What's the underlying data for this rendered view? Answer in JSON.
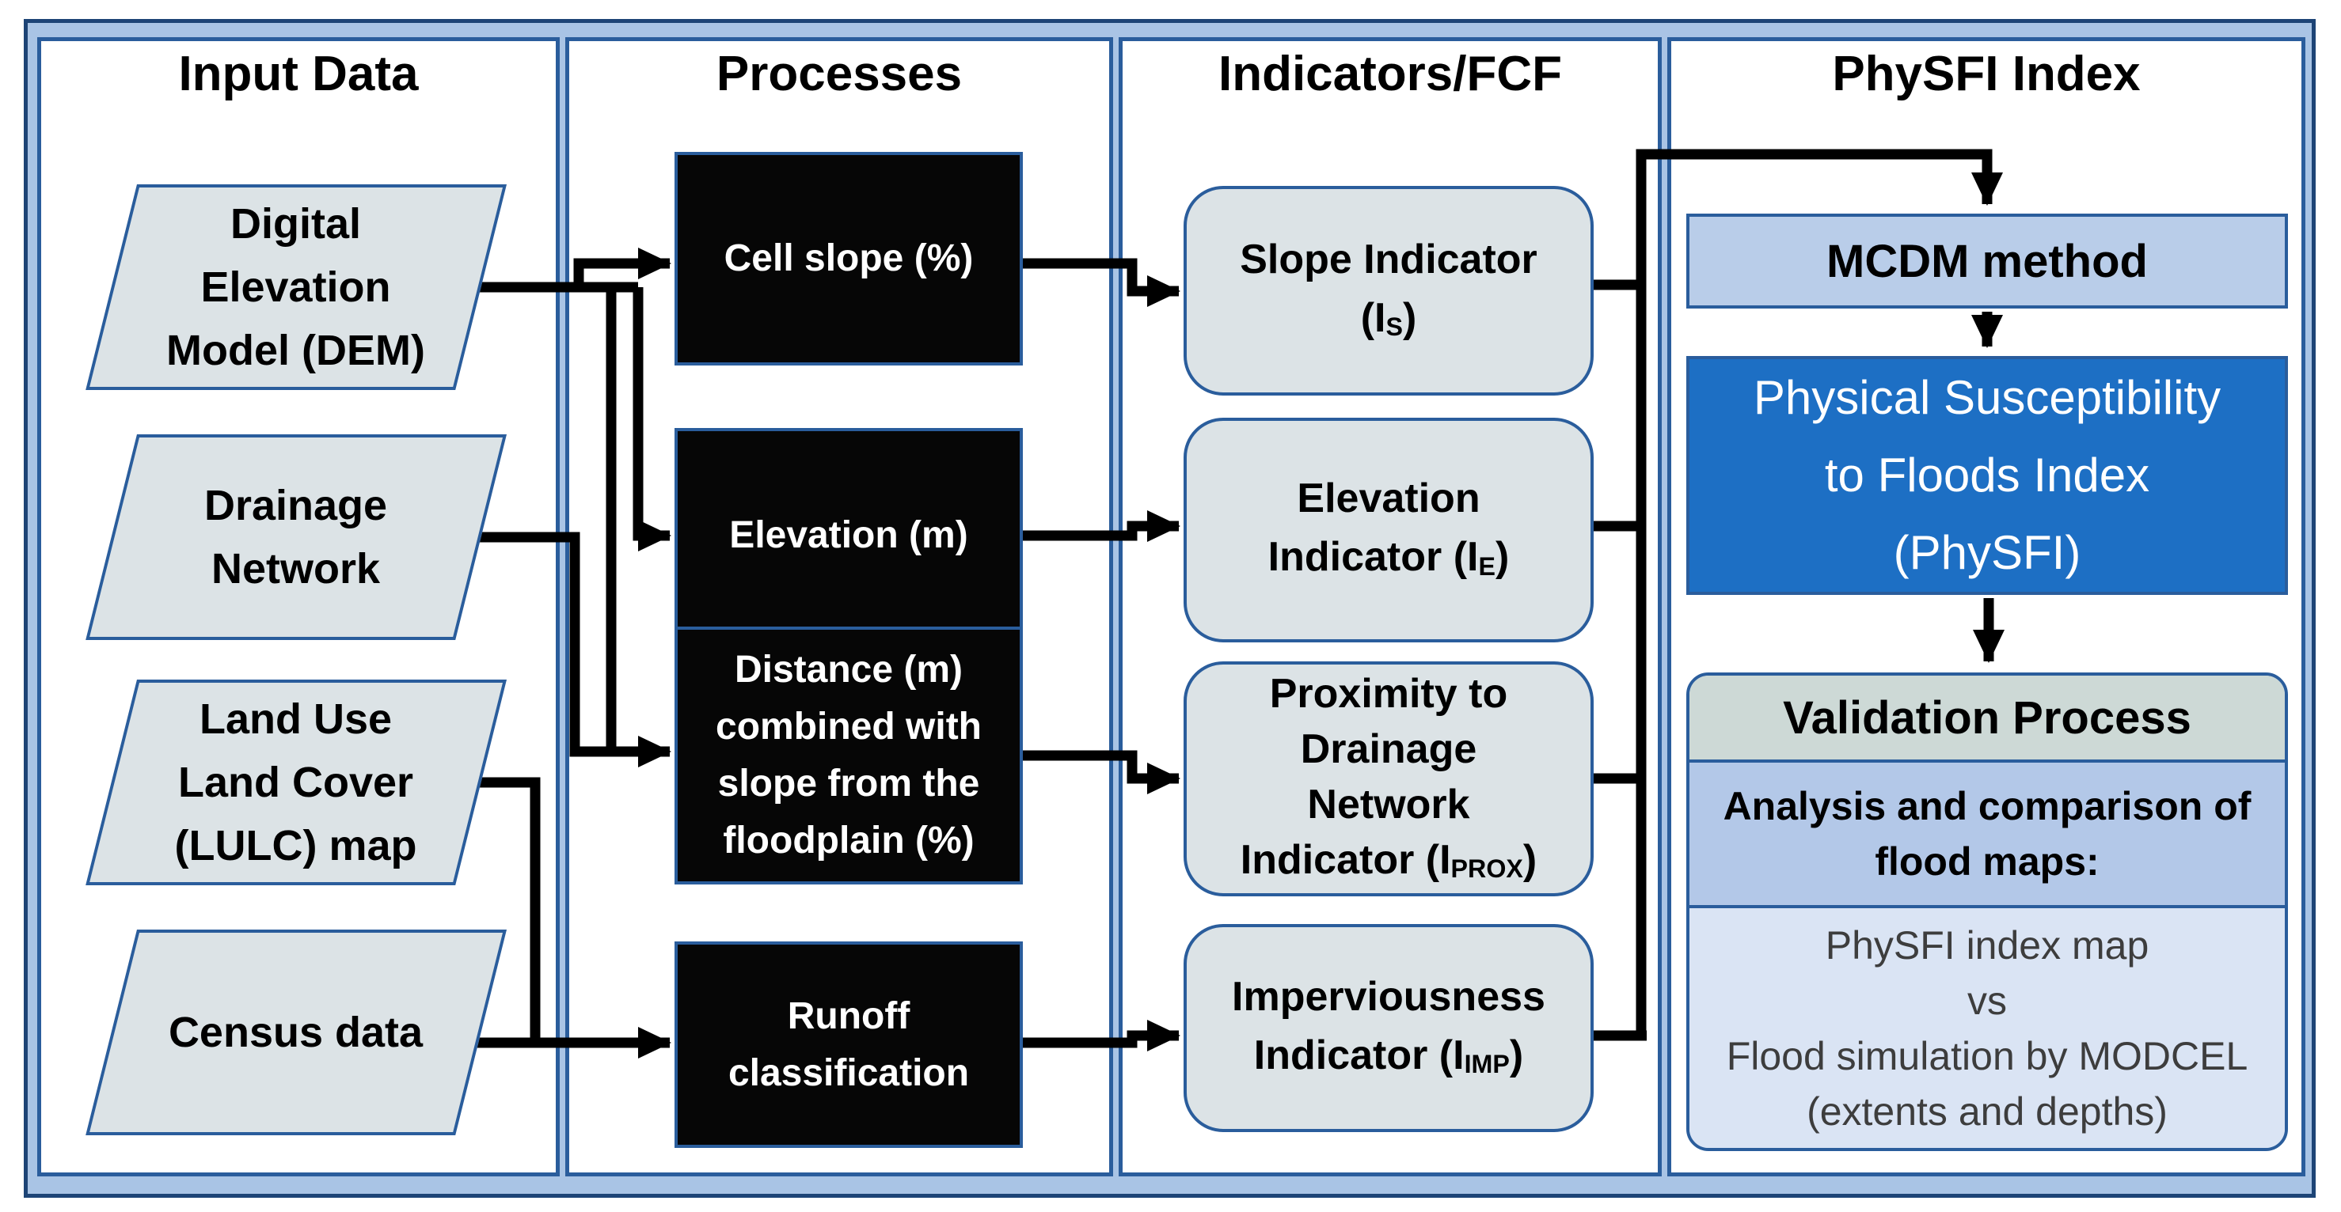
{
  "colors": {
    "frame_border": "#1d4476",
    "panel_border": "#2a5d9c",
    "band": "#a9c4e5",
    "shape_fill": "#dce3e6",
    "black_box": "#060606",
    "mcdm_fill": "#b9cde9",
    "physfi_fill": "#1d6fc4",
    "validation_header_fill": "#cdd9d6",
    "analysis_fill": "#b3c8e8",
    "results_fill": "#dae4f4",
    "results_text": "#3d3d3d",
    "connector": "#000000"
  },
  "col1": {
    "title": "Input Data",
    "items": [
      {
        "name": "digital-elevation-model",
        "lines": [
          "Digital",
          "Elevation",
          "Model (DEM)"
        ]
      },
      {
        "name": "drainage-network",
        "lines": [
          "Drainage",
          "Network"
        ]
      },
      {
        "name": "land-use-land-cover",
        "lines": [
          "Land Use",
          "Land Cover",
          "(LULC) map"
        ]
      },
      {
        "name": "census-data",
        "lines": [
          "Census data"
        ]
      }
    ]
  },
  "col2": {
    "title": "Processes",
    "items": [
      {
        "name": "cell-slope",
        "lines": [
          "Cell slope (%)"
        ]
      },
      {
        "name": "elevation",
        "lines": [
          "Elevation (m)"
        ]
      },
      {
        "name": "distance-slope",
        "lines": [
          "Distance (m)",
          "combined with",
          "slope from the",
          "floodplain (%)"
        ]
      },
      {
        "name": "runoff-classification",
        "lines": [
          "Runoff",
          "classification"
        ]
      }
    ]
  },
  "col3": {
    "title": "Indicators/FCF",
    "items": [
      {
        "name": "slope-indicator",
        "lines": [
          "Slope Indicator"
        ],
        "symbol": {
          "pre": "(I",
          "sub": "S",
          "post": ")"
        }
      },
      {
        "name": "elevation-indicator",
        "lines": [
          "Elevation"
        ],
        "symbol": {
          "pre": "Indicator (I",
          "sub": "E",
          "post": ")"
        }
      },
      {
        "name": "proximity-indicator",
        "lines": [
          "Proximity to",
          "Drainage",
          "Network"
        ],
        "symbol": {
          "pre": "Indicator (I",
          "sub": "PROX",
          "post": ")"
        }
      },
      {
        "name": "imperviousness-indicator",
        "lines": [
          "Imperviousness"
        ],
        "symbol": {
          "pre": "Indicator (I",
          "sub": "IMP",
          "post": ")"
        }
      }
    ]
  },
  "col4": {
    "title": "PhySFI Index",
    "mcdm_label": "MCDM method",
    "physfi_lines": [
      "Physical Susceptibility",
      "to Floods Index",
      "(PhySFI)"
    ],
    "validation_title": "Validation Process",
    "analysis_lines": [
      "Analysis and comparison of",
      "flood maps:"
    ],
    "results_lines": [
      "PhySFI index map",
      "vs",
      "Flood simulation by MODCEL",
      "(extents and depths)"
    ]
  }
}
